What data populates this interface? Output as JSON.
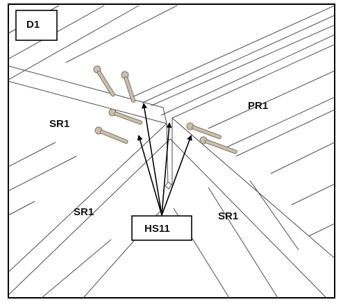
{
  "detail_tag": "D1",
  "callout": "HS11",
  "parts": {
    "sr_top_left": "SR1",
    "sr_bottom_left": "SR1",
    "sr_bottom_right": "SR1",
    "pr_right": "PR1"
  },
  "colors": {
    "line": "#4a4a4a",
    "screw_fill": "#cbbfae",
    "screw_stroke": "#7a6f60",
    "arrow": "#000000"
  },
  "icons": {
    "screw": "screw-icon",
    "arrow": "arrow-icon"
  }
}
